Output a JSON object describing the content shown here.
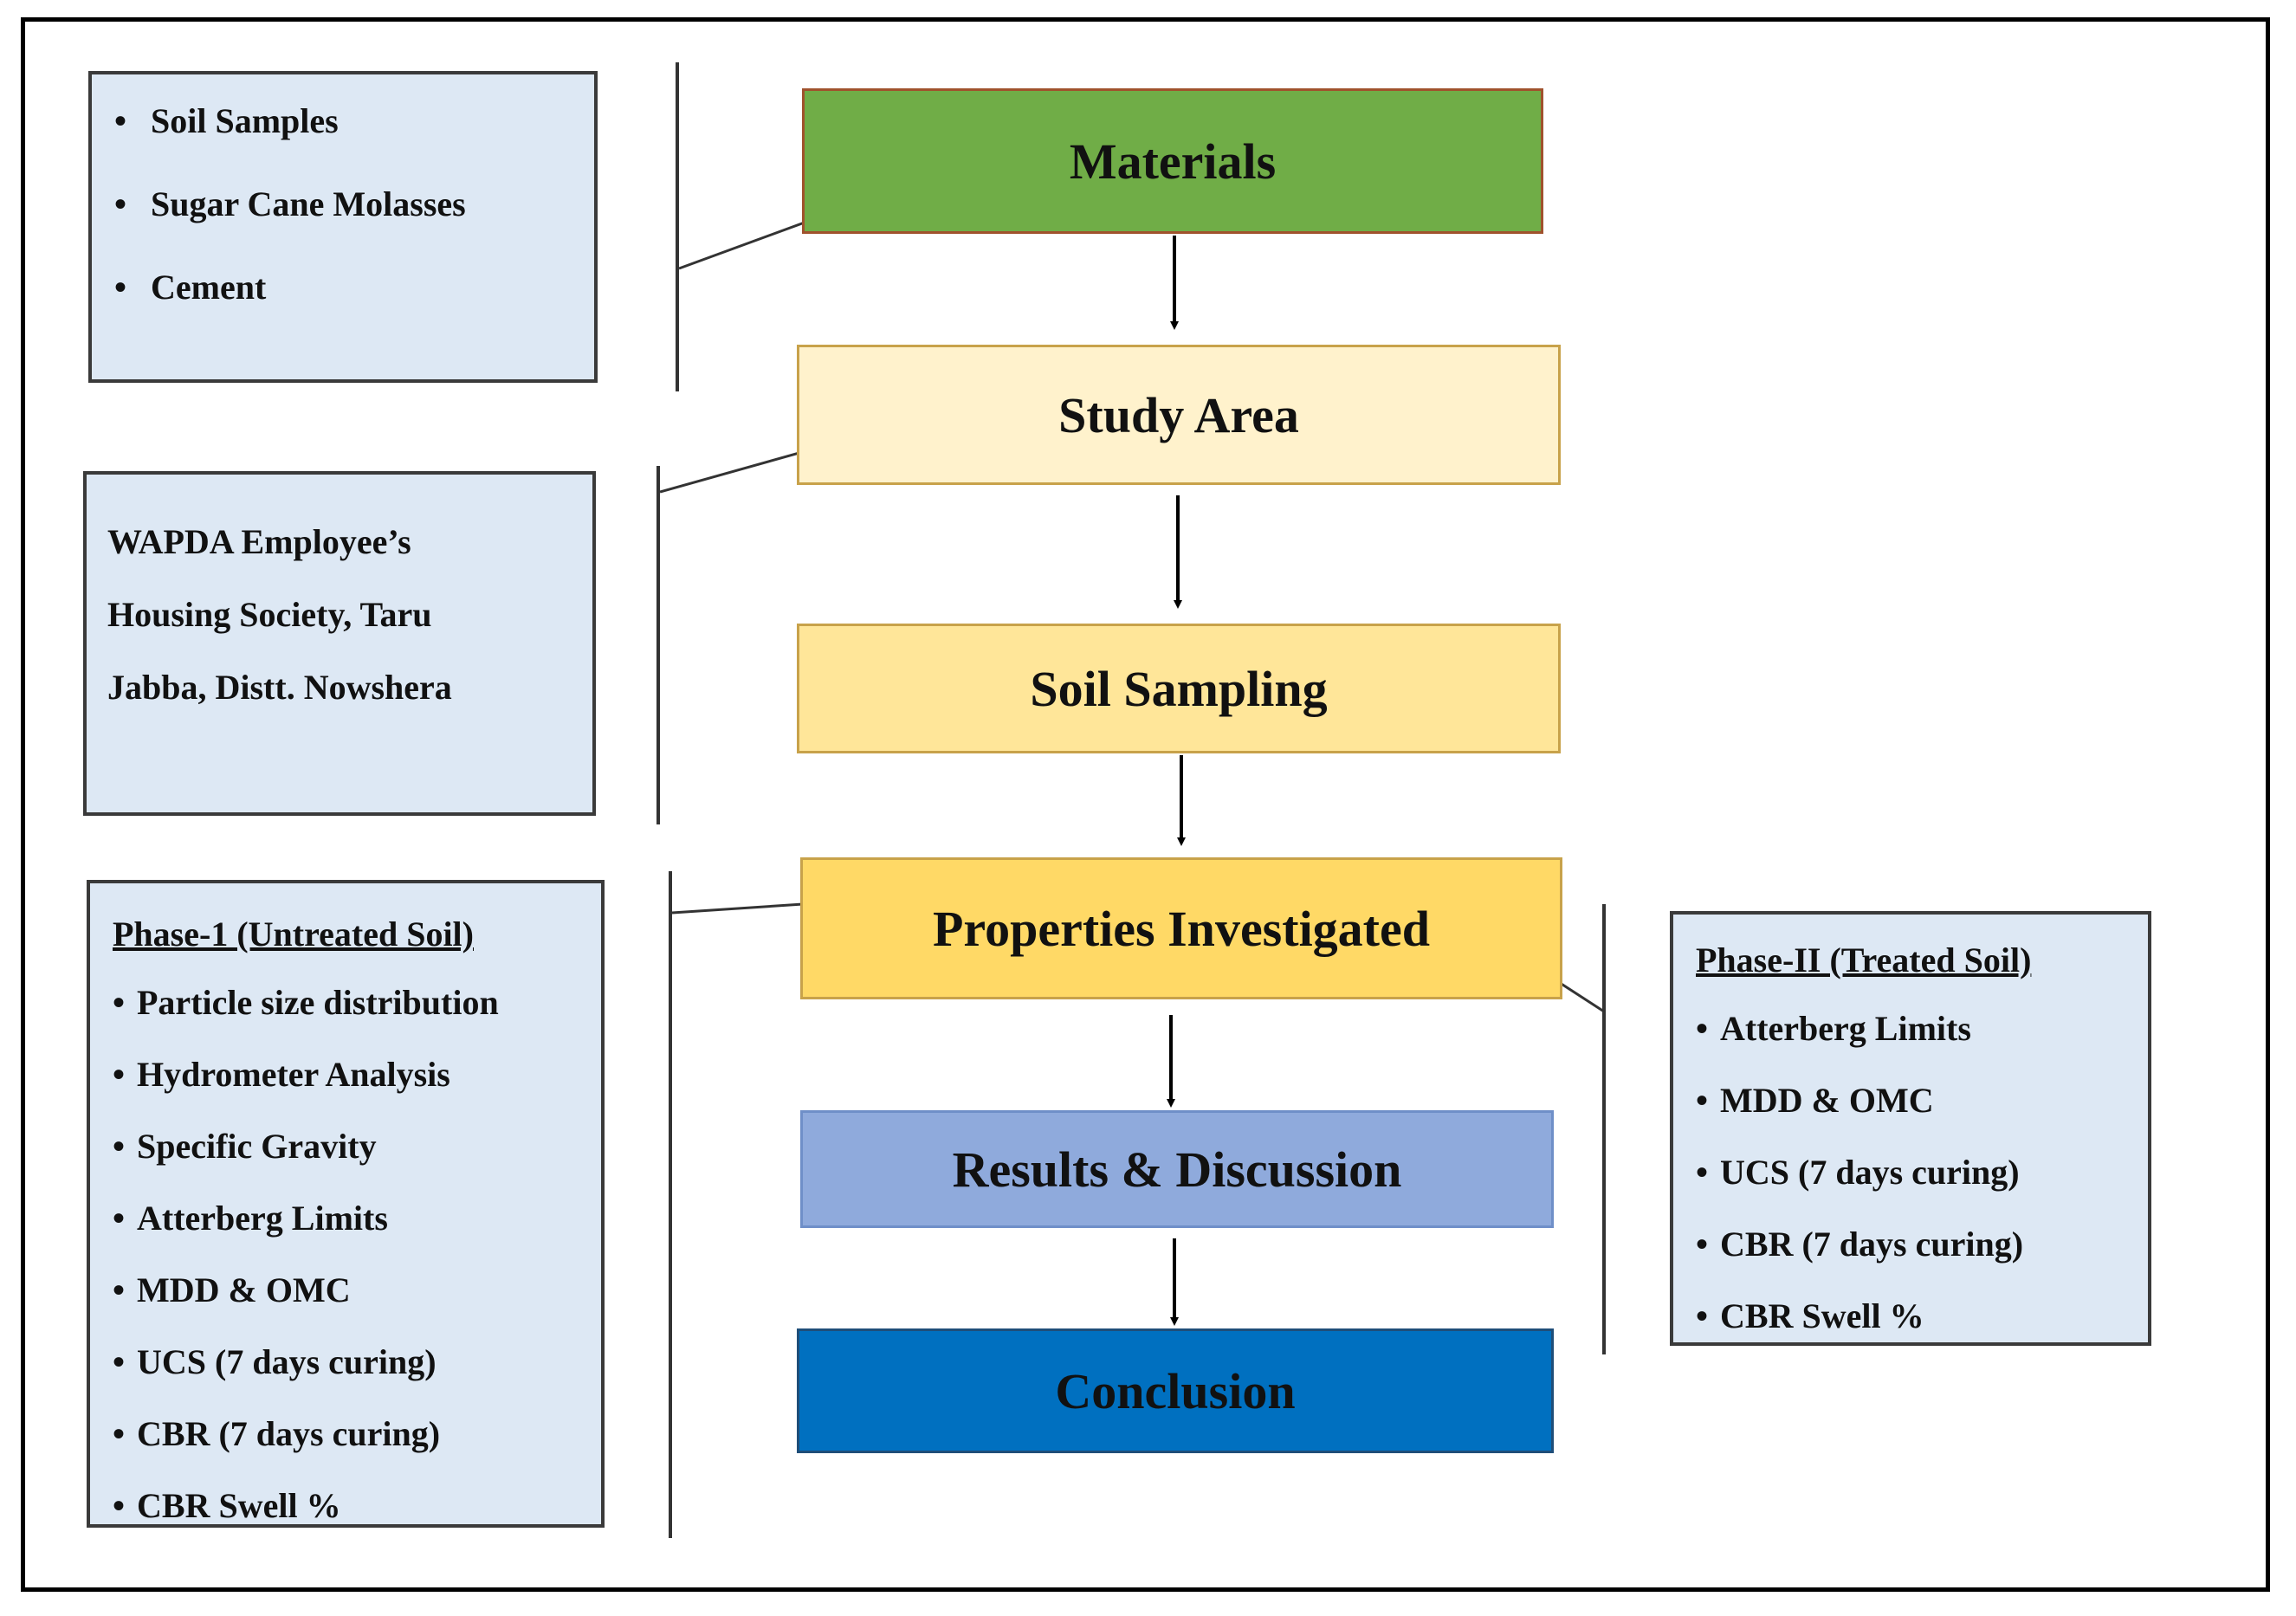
{
  "flow": {
    "materials": "Materials",
    "study_area": "Study Area",
    "soil_sampling": "Soil Sampling",
    "properties": "Properties Investigated",
    "results": "Results & Discussion",
    "conclusion": "Conclusion"
  },
  "materials_box": {
    "items": [
      "Soil Samples",
      "Sugar Cane Molasses",
      "Cement"
    ]
  },
  "study_area_box": {
    "lines": [
      "WAPDA Employee’s",
      "Housing Society, Taru",
      "Jabba, Distt. Nowshera"
    ]
  },
  "phase1_box": {
    "heading": "Phase-1 (Untreated Soil)",
    "items": [
      "Particle size distribution",
      "Hydrometer Analysis",
      "Specific Gravity",
      "Atterberg Limits",
      "MDD & OMC",
      "UCS (7 days curing)",
      "CBR (7 days curing)",
      "CBR Swell %"
    ]
  },
  "phase2_box": {
    "heading": "Phase-II (Treated Soil)",
    "items": [
      "Atterberg Limits",
      "MDD & OMC",
      "UCS (7 days curing)",
      "CBR (7 days curing)",
      "CBR Swell %"
    ]
  },
  "colors": {
    "materials": "#70ad47",
    "study_area": "#fff2cc",
    "soil_sampling": "#ffe699",
    "properties": "#ffd966",
    "results": "#8faadc",
    "conclusion": "#0070c0",
    "side_box": "#dde8f4"
  }
}
